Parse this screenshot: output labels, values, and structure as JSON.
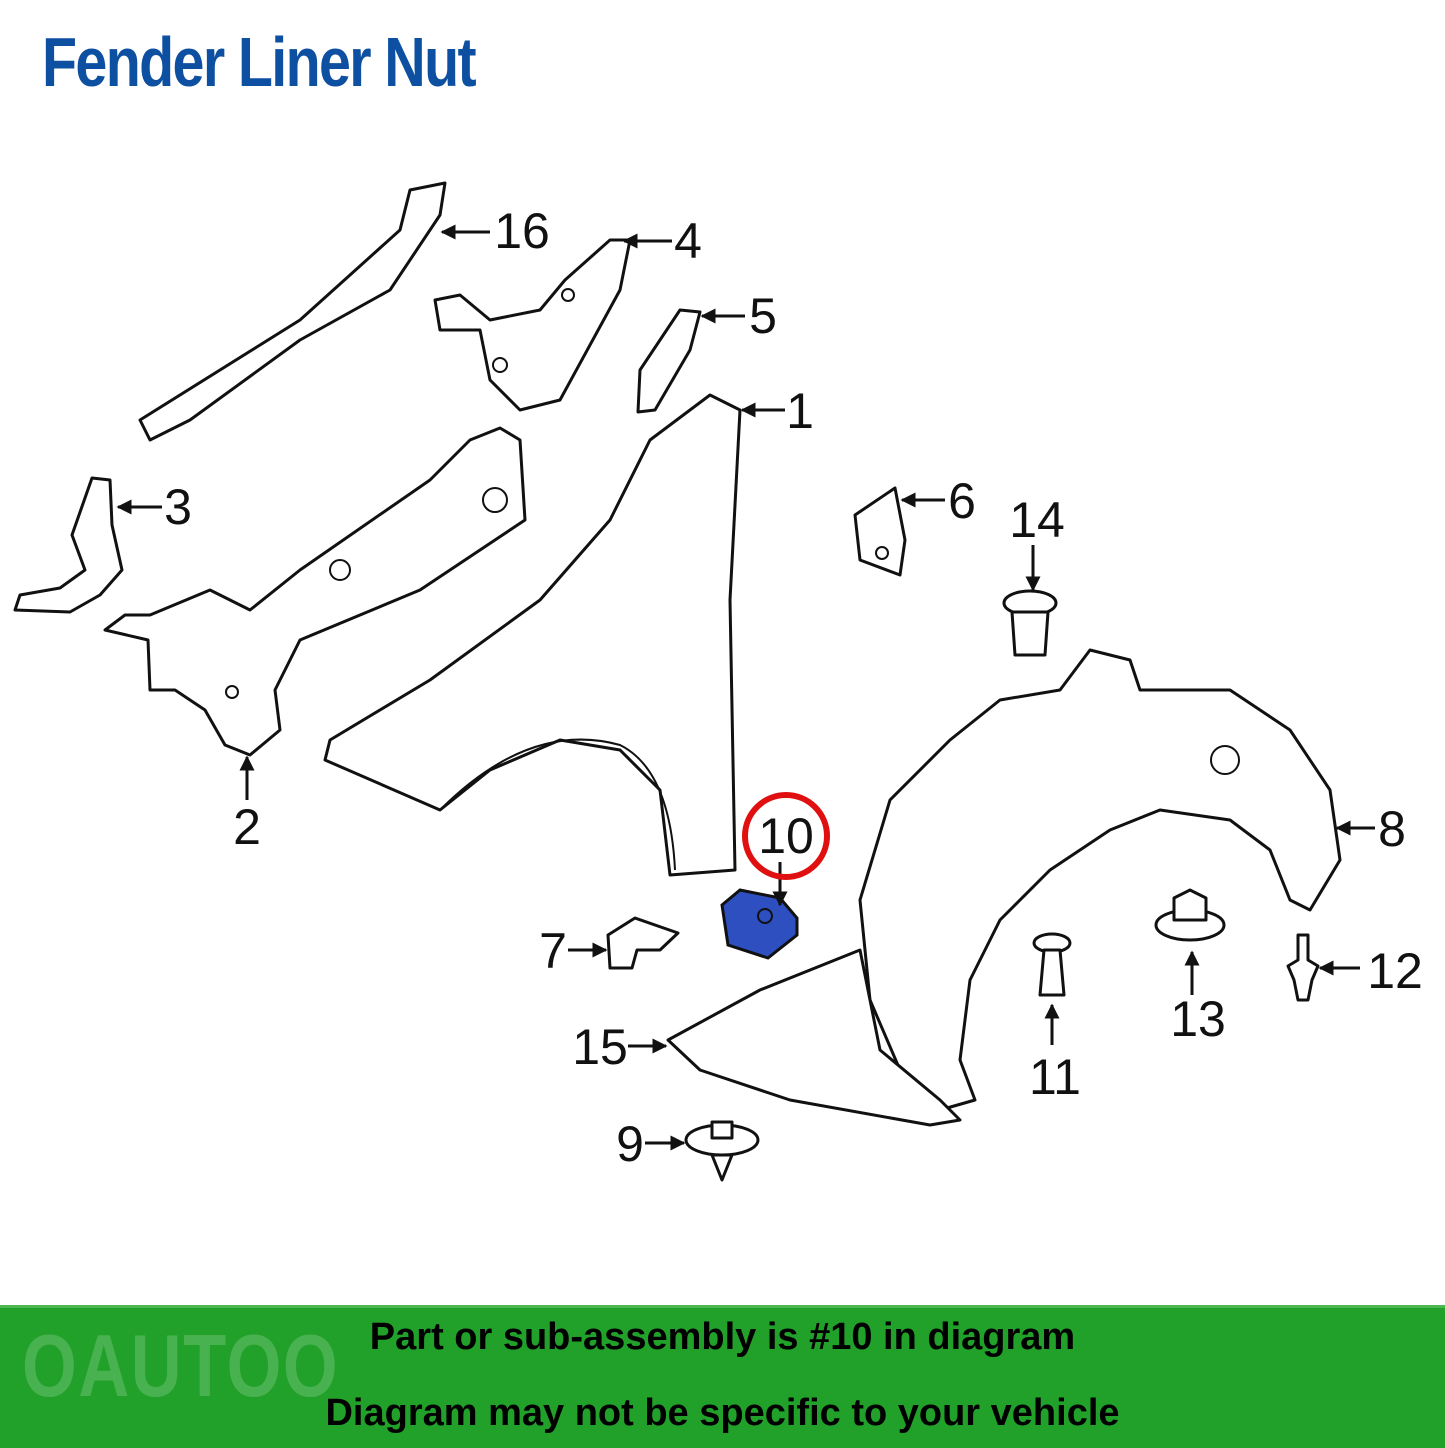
{
  "title": "Fender Liner Nut",
  "highlight_color": "#2d4fc0",
  "callout_ring_color": "#e01010",
  "highlighted_part": "10",
  "callouts": [
    "16",
    "4",
    "5",
    "1",
    "3",
    "6",
    "14",
    "2",
    "10",
    "8",
    "7",
    "12",
    "13",
    "15",
    "11",
    "9"
  ],
  "banner": {
    "line1": "Part or sub-assembly is #10 in diagram",
    "line2": "Diagram may not be specific to your vehicle",
    "color": "#22a12a"
  },
  "watermark": "OAUTOO"
}
